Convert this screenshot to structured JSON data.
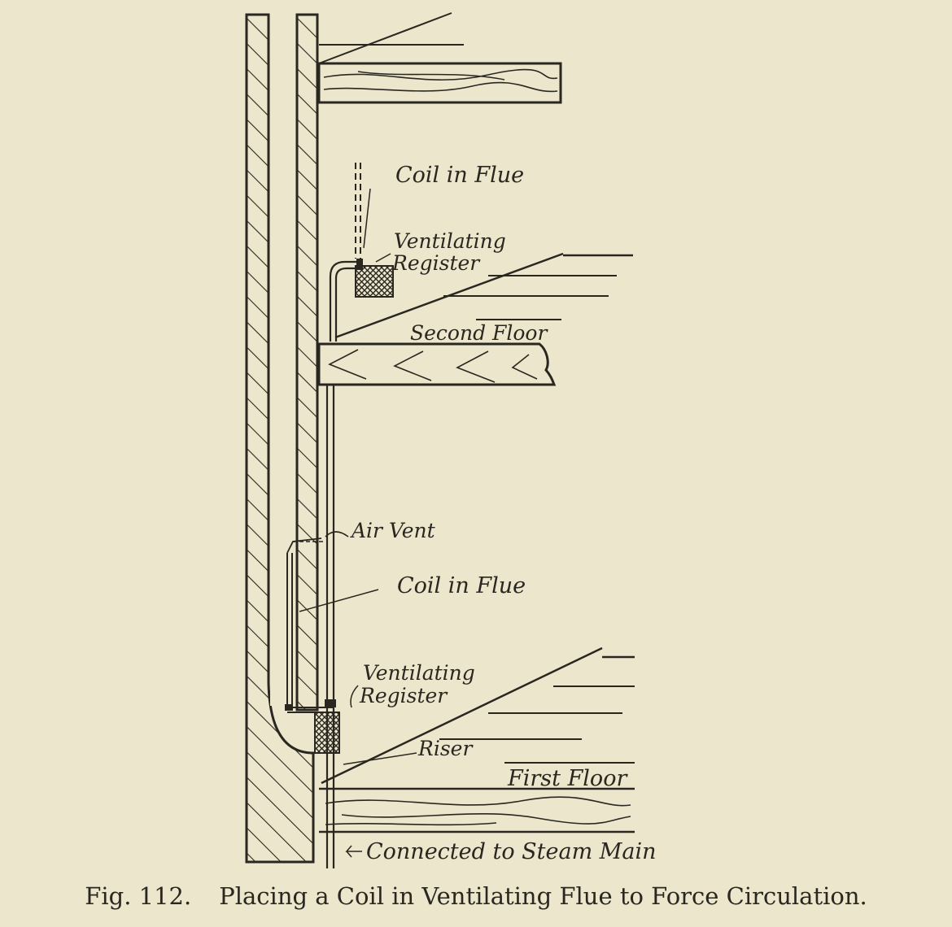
{
  "figure": {
    "labels": {
      "coil_upper": "Coil in Flue",
      "register_upper": [
        "Ventilating",
        "Register"
      ],
      "second_floor": "Second Floor",
      "air_vent": "Air Vent",
      "coil_lower": "Coil in Flue",
      "register_lower": [
        "Ventilating",
        "Register"
      ],
      "riser": "Riser",
      "first_floor": "First Floor",
      "steam_main": "Connected to Steam Main"
    },
    "caption": {
      "number": "Fig. 112.",
      "text": "Placing a Coil in Ventilating Flue to Force Circulation."
    }
  }
}
